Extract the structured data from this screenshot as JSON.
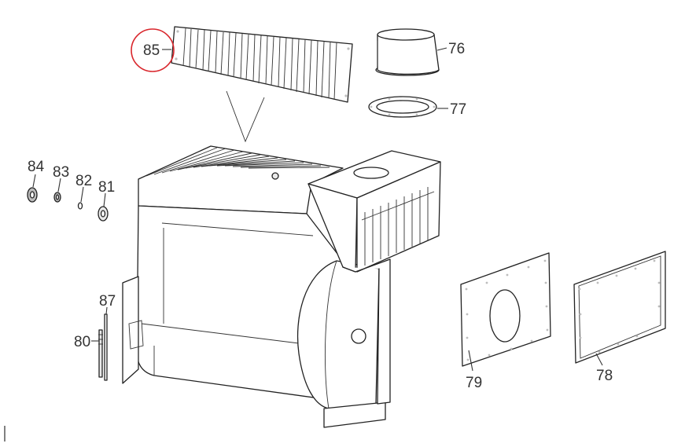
{
  "labels": {
    "p76": "76",
    "p77": "77",
    "p78": "78",
    "p79": "79",
    "p80": "80",
    "p81": "81",
    "p82": "82",
    "p83": "83",
    "p84": "84",
    "p85": "85",
    "p87": "87"
  },
  "highlight": {
    "part": "85",
    "color": "#d9262c"
  }
}
